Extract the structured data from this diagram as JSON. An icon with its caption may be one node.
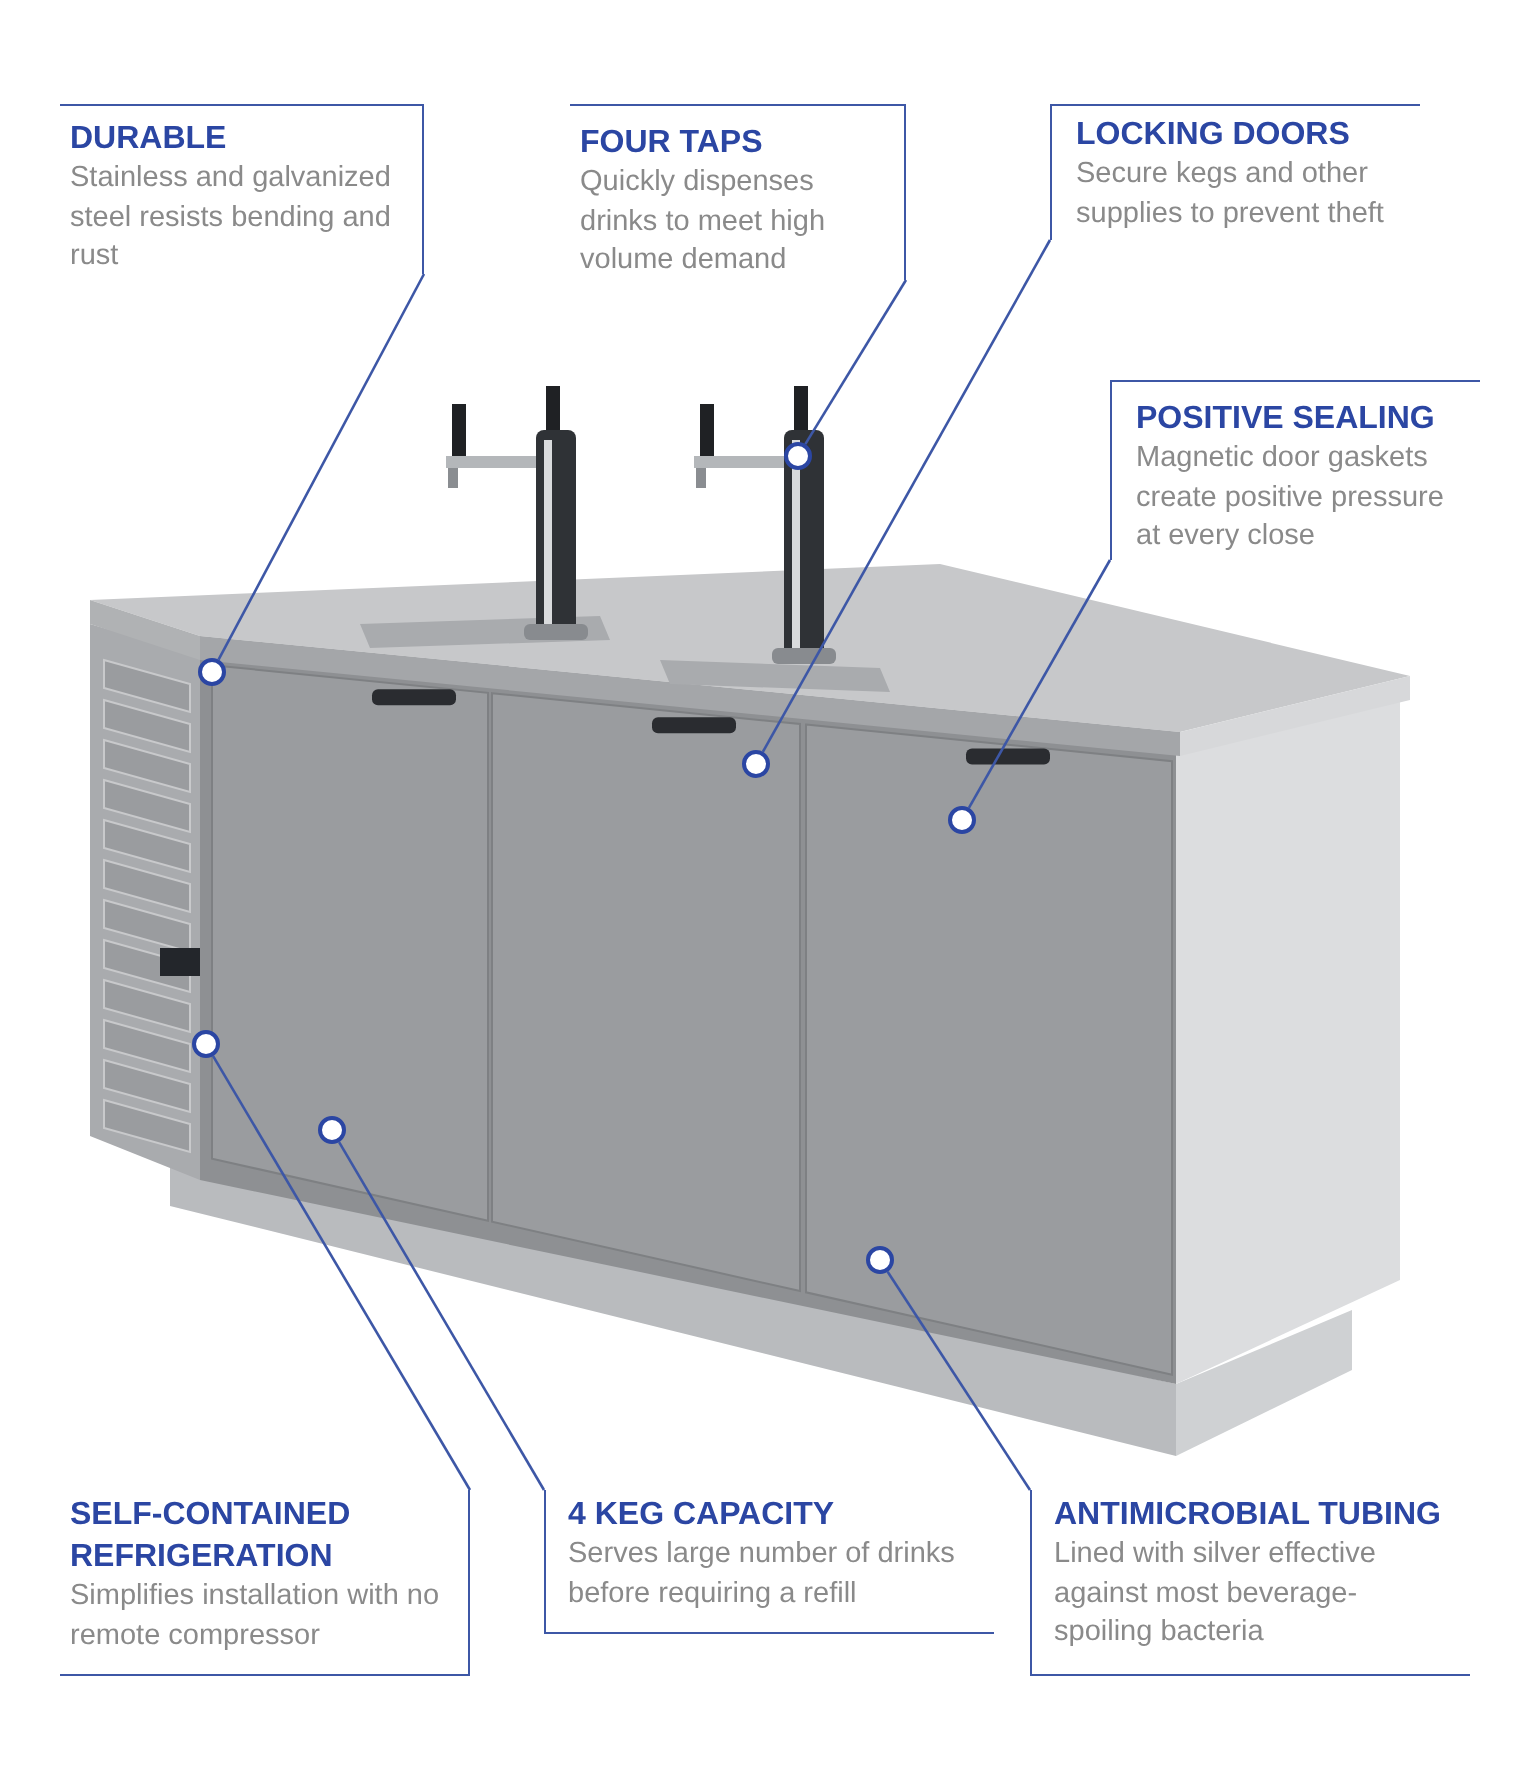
{
  "diagram": {
    "nodes": [
      {
        "text": [
          "DURABLE",
          "Stainless and galvanized steel resists bending and rust"
        ]
      },
      {
        "text": [
          "FOUR TAPS",
          "Quickly dispenses drinks to meet high volume demand"
        ]
      },
      {
        "text": [
          "LOCKING DOORS",
          "Secure kegs and other supplies to prevent theft"
        ]
      },
      {
        "text": [
          "POSITIVE SEALING",
          "Magnetic door gaskets create positive pressure at every close"
        ]
      },
      {
        "text": [
          "SELF-CONTAINED REFRIGERATION",
          "Simplifies installation with no remote compressor"
        ]
      },
      {
        "text": [
          "4 KEG CAPACITY",
          "Serves large number of drinks before requiring a refill"
        ]
      },
      {
        "text": [
          "ANTIMICROBIAL TUBING",
          "Lined with silver effective against most beverage-spoiling bacteria"
        ]
      },
      {
        "text": [],
        "shape": "circle"
      },
      {
        "text": [],
        "shape": "circle"
      },
      {
        "text": [],
        "shape": "circle"
      },
      {
        "text": [],
        "shape": "circle"
      },
      {
        "text": [],
        "shape": "circle"
      },
      {
        "text": [],
        "shape": "circle"
      },
      {
        "text": [],
        "shape": "circle"
      }
    ],
    "edges": [
      {
        "from": 0,
        "to": 8,
        "arrow": "none"
      },
      {
        "from": 1,
        "to": 11,
        "arrow": "none"
      },
      {
        "from": 2,
        "to": 10,
        "arrow": "none"
      },
      {
        "from": 3,
        "to": 13,
        "arrow": "none"
      },
      {
        "from": 4,
        "to": 7,
        "arrow": "none"
      },
      {
        "from": 5,
        "to": 9,
        "arrow": "none"
      },
      {
        "from": 6,
        "to": 12,
        "arrow": "none"
      }
    ]
  }
}
